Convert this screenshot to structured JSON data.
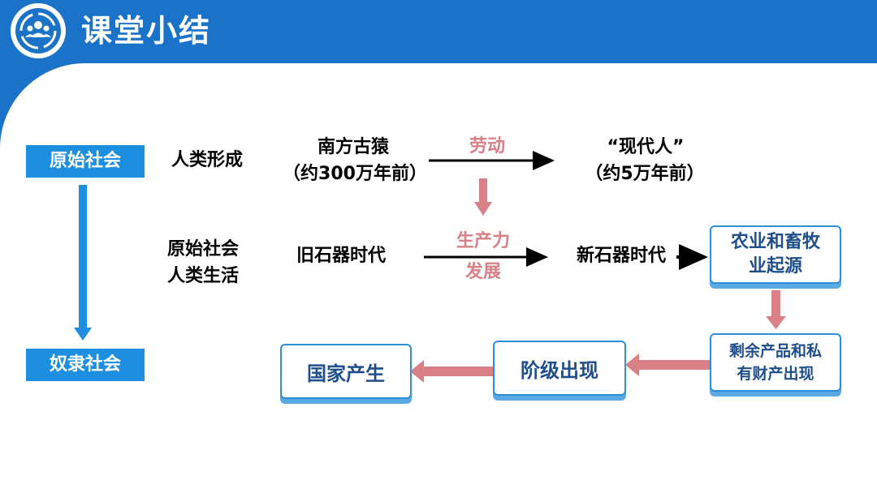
{
  "header": {
    "title": "课堂小结",
    "logo_icon": "people-group-icon"
  },
  "labels": {
    "primitive_society": "原始社会",
    "slave_society": "奴隶社会"
  },
  "row1": {
    "title": "人类形成",
    "start_line1": "南方古猿",
    "start_line2": "（约300万年前）",
    "arrow_label": "劳动",
    "end_line1": "“现代人”",
    "end_line2": "（约5万年前）"
  },
  "row2": {
    "title_line1": "原始社会",
    "title_line2": "人类生活",
    "start": "旧石器时代",
    "arrow_label_line1": "生产力",
    "arrow_label_line2": "发展",
    "end": "新石器时代"
  },
  "boxes": {
    "agriculture_line1": "农业和畜牧",
    "agriculture_line2": "业起源",
    "surplus_line1": "剩余产品和私",
    "surplus_line2": "有财产出现",
    "classes": "阶级出现",
    "state": "国家产生"
  },
  "colors": {
    "header_blue": "#1a73c9",
    "label_blue": "#1e8fe0",
    "arrow_pink": "#d97f86",
    "box_text": "#1f4e8c"
  }
}
